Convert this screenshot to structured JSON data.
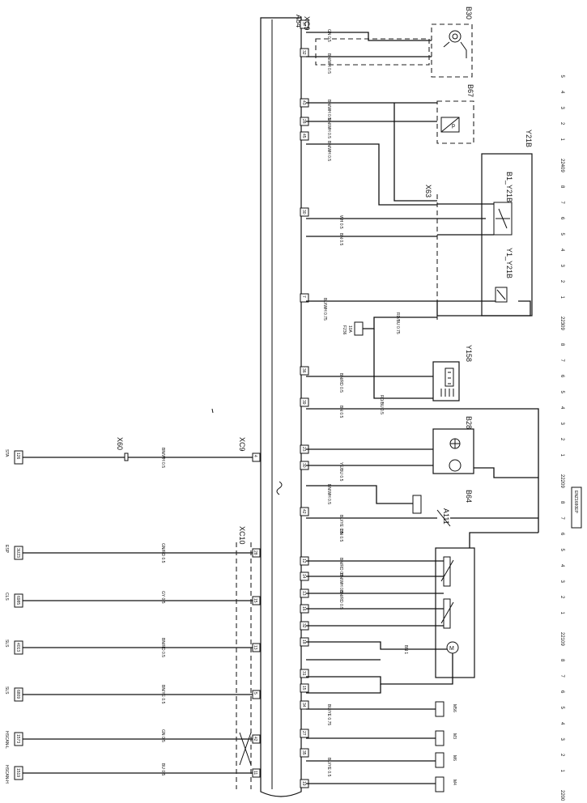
{
  "title_label": "A84",
  "doc_id": "ENZ1680EP",
  "connectors": {
    "xc9_top": "XC9",
    "xc9_mid": "XC9",
    "xc10": "XC10",
    "x60": "X60",
    "x63": "X63"
  },
  "components": {
    "b30": "B30",
    "b67": "B67",
    "y21b": "Y21B",
    "b1_y21b": "B1_Y21B",
    "y1_y21b": "Y1_Y21B",
    "y158": "Y158",
    "b28": "B28",
    "b64": "B64",
    "a111": "A111",
    "fuse": "F236",
    "fuse_rating": "10A"
  },
  "left_terminals": [
    {
      "id": "STA",
      "code": "126",
      "wire": "BN/WH 0.5",
      "pin": "4"
    },
    {
      "id": "ESP",
      "code": "3U23",
      "wire": "GN/RD 0.5",
      "pin": "28"
    },
    {
      "id": "CLS",
      "code": "6985",
      "wire": "GY 0.5",
      "pin": "15"
    },
    {
      "id": "SLS",
      "code": "4013",
      "wire": "BN/RD 0.5",
      "pin": "13"
    },
    {
      "id": "SLS",
      "code": "6809",
      "wire": "BN/YE 0.5",
      "pin": "5"
    },
    {
      "id": "HSCAN-L",
      "code": "1573",
      "wire": "GN 0.5",
      "pin": "42"
    },
    {
      "id": "HSCAN-H",
      "code": "1519",
      "wire": "BU 0.5",
      "pin": "11"
    }
  ],
  "right_pins": [
    "37",
    "32",
    "43",
    "28",
    "45",
    "30",
    "7",
    "36",
    "39",
    "23",
    "30",
    "42",
    "12",
    "14",
    "13",
    "16",
    "32",
    "18",
    "31",
    "15",
    "34",
    "27",
    "35",
    "19"
  ],
  "wire_labels": [
    "GN 0.5",
    "BN/WH 0.5",
    "BN/WH 0.5",
    "BN/WH 0.5",
    "BN/WH 0.5",
    "WH 0.5",
    "BN 0.5",
    "BU/WH 0.75",
    "RD/BU 0.75",
    "BN/RD 0.5",
    "RD/BU 0.5",
    "BN 0.5",
    "BN/WH 0.5",
    "YE/BU 0.5",
    "BU/YE 0.5",
    "BN 0.5",
    "BN/RD 0.5",
    "BN/WH 0.5",
    "BN/RD 0.5",
    "BU/YE 0.75",
    "BU/YE 0.5",
    "BN 1"
  ],
  "ground_labels": [
    "M56",
    "M3",
    "M6",
    "M4"
  ],
  "ruler": {
    "major": [
      "2200",
      "2210",
      "2220",
      "2230",
      "2240"
    ],
    "minor": [
      "1",
      "2",
      "3",
      "4",
      "5",
      "6",
      "7",
      "8",
      "9"
    ]
  }
}
